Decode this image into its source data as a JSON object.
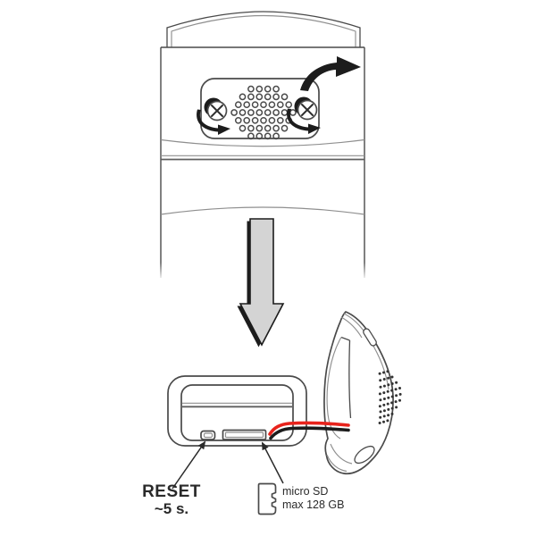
{
  "diagram": {
    "type": "device-installation-illustration",
    "labels": {
      "reset": "RESET",
      "reset_duration": "~5 s.",
      "sd_type": "micro SD",
      "sd_capacity": "max 128 GB"
    },
    "colors": {
      "background": "#ffffff",
      "line": "#4a4a4a",
      "line_light": "#8f8f8f",
      "ink": "#1c1c1c",
      "arrow_fill": "#d4d4d4",
      "wire_red": "#e8231c",
      "wire_black": "#1c1c1c",
      "text": "#2a2a2a"
    },
    "icons": [
      "top-cap",
      "speaker-panel",
      "speaker-grille",
      "screw-left-icon",
      "screw-right-icon",
      "unscrew-arrow-left-icon",
      "unscrew-arrow-right-icon",
      "open-cover-arrow-icon",
      "down-arrow-icon",
      "base-unit",
      "reset-button",
      "sd-card-slot",
      "power-wires",
      "cover-shell",
      "shell-speaker-grille",
      "micro-sd-card-icon",
      "reset-callout-arrow",
      "sd-callout-arrow"
    ]
  }
}
